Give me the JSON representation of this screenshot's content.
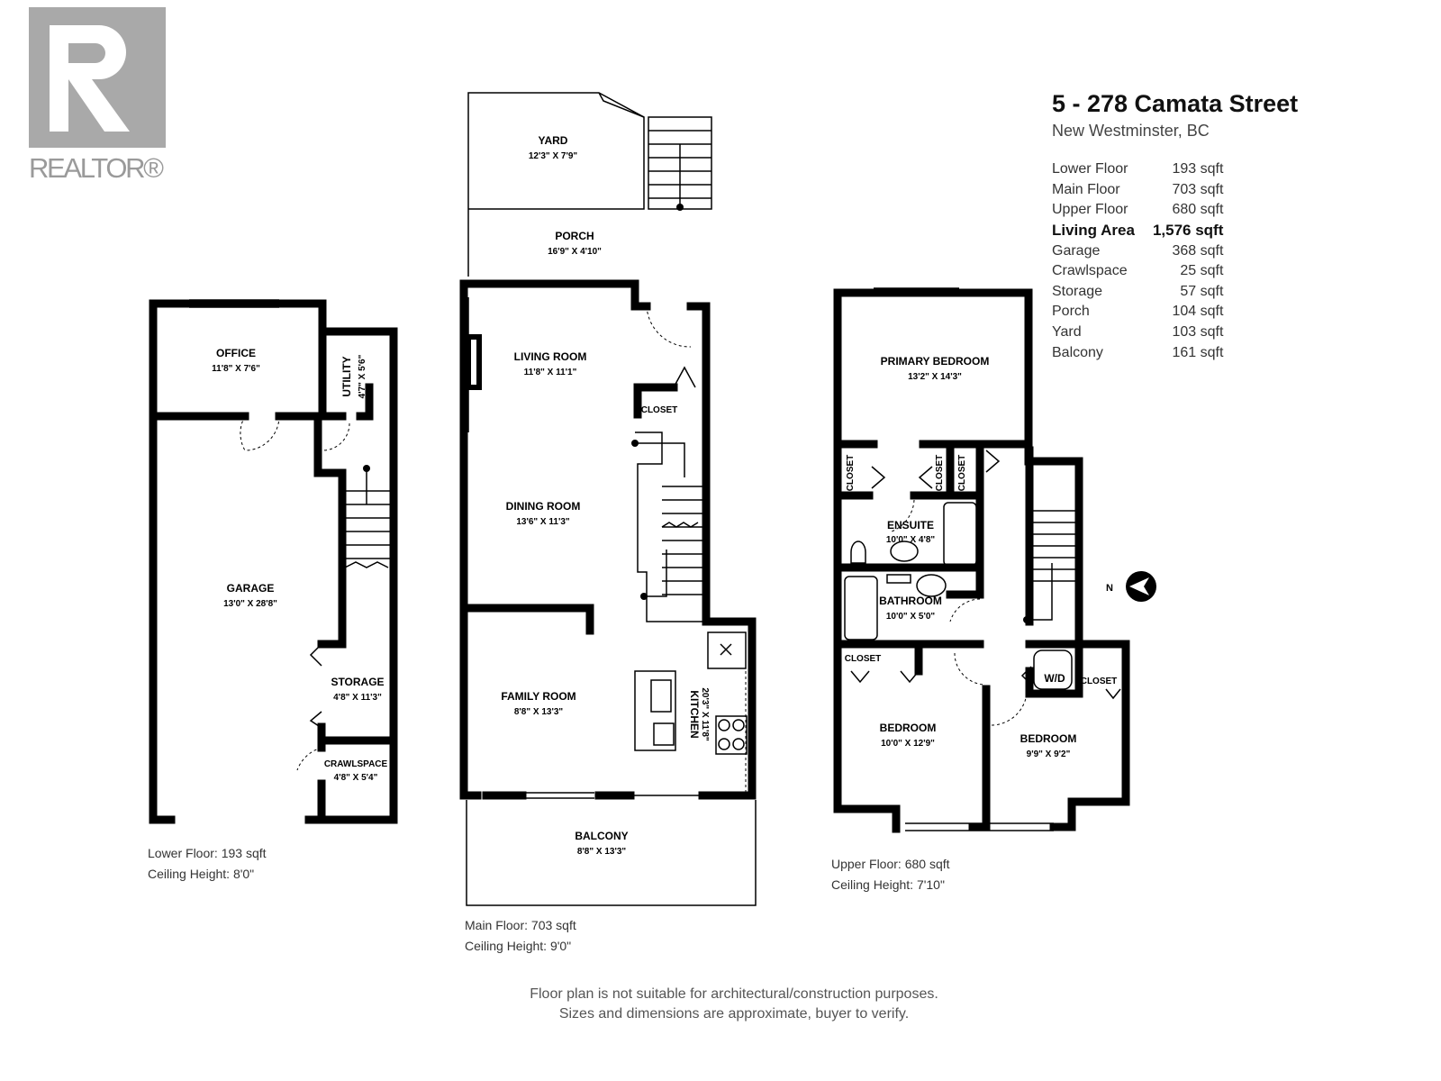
{
  "brand": {
    "logo_text": "REALTOR®",
    "logo_letter": "R"
  },
  "header": {
    "title": "5 - 278 Camata Street",
    "subtitle": "New Westminster, BC"
  },
  "areas": [
    {
      "label": "Lower Floor",
      "value": "193 sqft"
    },
    {
      "label": "Main Floor",
      "value": "703 sqft"
    },
    {
      "label": "Upper Floor",
      "value": "680 sqft"
    },
    {
      "label": "Living Area",
      "value": "1,576 sqft",
      "bold": true
    },
    {
      "label": "Garage",
      "value": "368 sqft"
    },
    {
      "label": "Crawlspace",
      "value": "25 sqft"
    },
    {
      "label": "Storage",
      "value": "57 sqft"
    },
    {
      "label": "Porch",
      "value": "104 sqft"
    },
    {
      "label": "Yard",
      "value": "103 sqft"
    },
    {
      "label": "Balcony",
      "value": "161 sqft"
    }
  ],
  "floors": {
    "lower": {
      "area": "Lower Floor: 193 sqft",
      "ceiling": "Ceiling Height: 8'0\"",
      "rooms": {
        "office": {
          "name": "OFFICE",
          "dim": "11'8\" X 7'6\""
        },
        "utility": {
          "name": "UTILITY",
          "dim": "4'7\" X 5'6\""
        },
        "garage": {
          "name": "GARAGE",
          "dim": "13'0\" X 28'8\""
        },
        "storage": {
          "name": "STORAGE",
          "dim": "4'8\" X 11'3\""
        },
        "crawlspace": {
          "name": "CRAWLSPACE",
          "dim": "4'8\" X 5'4\""
        }
      }
    },
    "main": {
      "area": "Main Floor: 703 sqft",
      "ceiling": "Ceiling Height: 9'0\"",
      "rooms": {
        "yard": {
          "name": "YARD",
          "dim": "12'3\" X 7'9\""
        },
        "porch": {
          "name": "PORCH",
          "dim": "16'9\" X 4'10\""
        },
        "living": {
          "name": "LIVING ROOM",
          "dim": "11'8\" X 11'1\""
        },
        "closet": {
          "name": "CLOSET"
        },
        "dining": {
          "name": "DINING ROOM",
          "dim": "13'6\" X 11'3\""
        },
        "family": {
          "name": "FAMILY ROOM",
          "dim": "8'8\" X 13'3\""
        },
        "kitchen": {
          "name": "KITCHEN",
          "dim": "20'3\" X 11'8\""
        },
        "balcony": {
          "name": "BALCONY",
          "dim": "8'8\" X 13'3\""
        }
      }
    },
    "upper": {
      "area": "Upper Floor: 680 sqft",
      "ceiling": "Ceiling Height: 7'10\"",
      "rooms": {
        "primary": {
          "name": "PRIMARY BEDROOM",
          "dim": "13'2\" X 14'3\""
        },
        "closet": {
          "name": "CLOSET"
        },
        "ensuite": {
          "name": "ENSUITE",
          "dim": "10'0\" X 4'8\""
        },
        "bathroom": {
          "name": "BATHROOM",
          "dim": "10'0\" X 5'0\""
        },
        "wd": {
          "name": "W/D"
        },
        "bedroom1": {
          "name": "BEDROOM",
          "dim": "10'0\" X 12'9\""
        },
        "bedroom2": {
          "name": "BEDROOM",
          "dim": "9'9\" X 9'2\""
        }
      }
    }
  },
  "compass": {
    "label": "N"
  },
  "disclaimer": {
    "line1": "Floor plan is not suitable for architectural/construction purposes.",
    "line2": "Sizes and dimensions are approximate, buyer to verify."
  }
}
